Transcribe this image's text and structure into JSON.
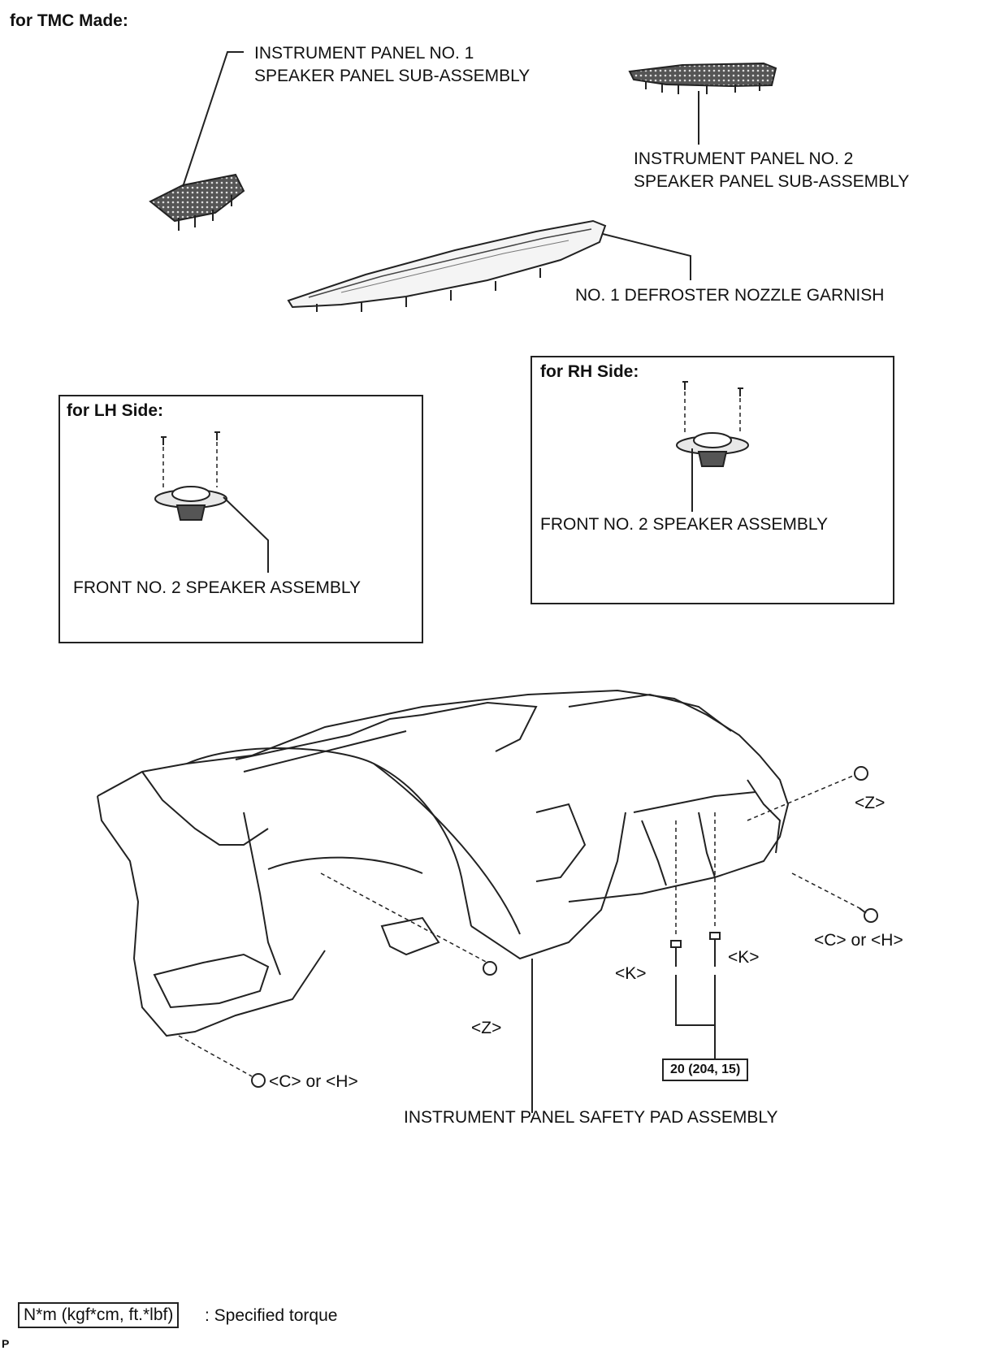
{
  "header": {
    "title": "for TMC Made:"
  },
  "parts": {
    "speaker_panel_1": [
      "INSTRUMENT PANEL NO. 1",
      "SPEAKER PANEL SUB-ASSEMBLY"
    ],
    "speaker_panel_2": [
      "INSTRUMENT PANEL NO. 2",
      "SPEAKER PANEL SUB-ASSEMBLY"
    ],
    "defroster": "NO. 1 DEFROSTER NOZZLE GARNISH",
    "lh_box_title": "for LH Side:",
    "lh_speaker": "FRONT NO. 2 SPEAKER ASSEMBLY",
    "rh_box_title": "for RH Side:",
    "rh_speaker": "FRONT NO. 2 SPEAKER ASSEMBLY",
    "safety_pad": "INSTRUMENT PANEL SAFETY PAD ASSEMBLY"
  },
  "fasteners": {
    "z_right": "<Z>",
    "z_center": "<Z>",
    "ch_right": "<C> or <H>",
    "ch_left": "<C> or <H>",
    "k_left": "<K>",
    "k_right": "<K>"
  },
  "torque": {
    "value": "20 (204, 15)"
  },
  "legend": {
    "box": "N*m (kgf*cm, ft.*lbf)",
    "text": ": Specified torque"
  },
  "footer": {
    "mark": "P"
  }
}
